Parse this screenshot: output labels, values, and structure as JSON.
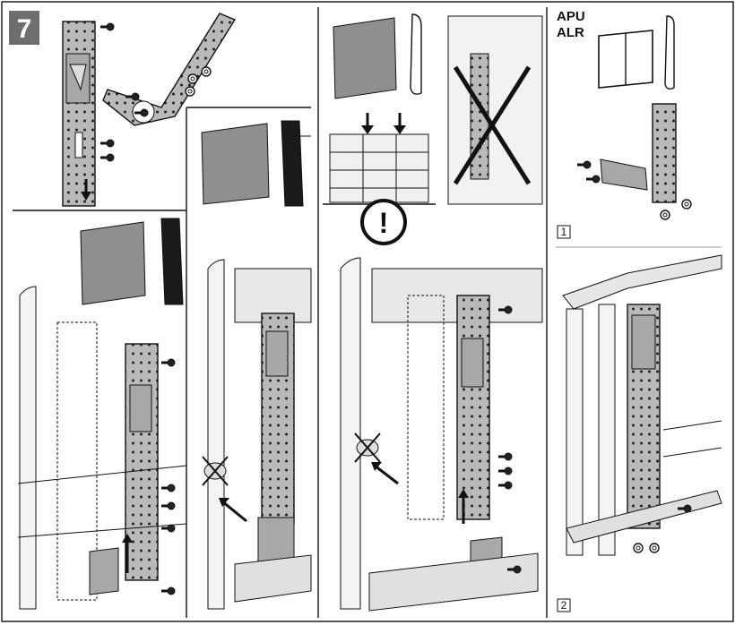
{
  "step_number": "7",
  "variant_label_line1": "APU",
  "variant_label_line2": "ALR",
  "detail_labels": [
    "1",
    "2"
  ],
  "warning_symbol": "!",
  "icons": [
    "warning-icon",
    "not-allowed-cross-icon",
    "arrow-icon",
    "bolt-icon",
    "nut-icon"
  ],
  "colors": {
    "frame": "#111111",
    "step_badge": "#6e6e6e",
    "panel_gray": "#8f8f8f",
    "hinge_gray": "#a8a8a8"
  }
}
